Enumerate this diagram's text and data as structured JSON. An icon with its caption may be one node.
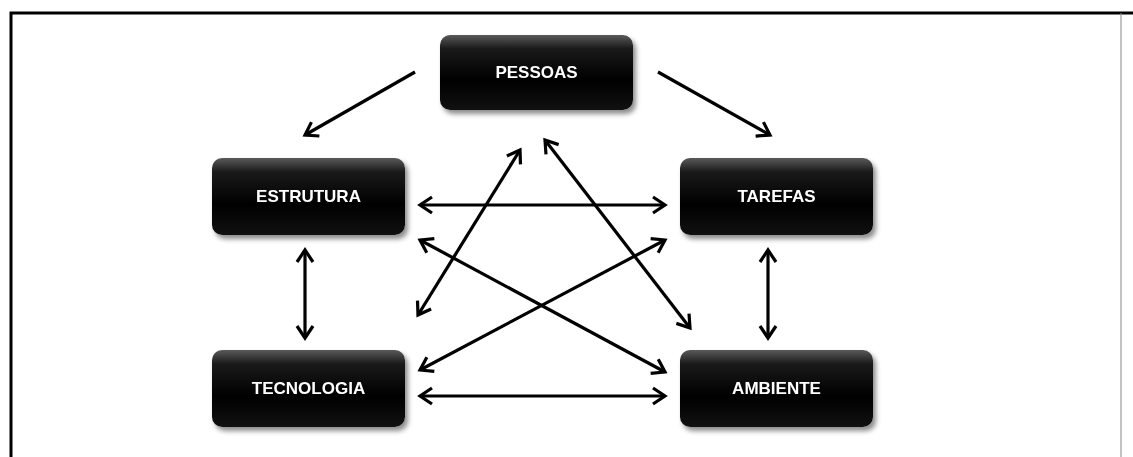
{
  "diagram": {
    "nodes": [
      {
        "text": [
          "PESSOAS"
        ]
      },
      {
        "text": [
          "ESTRUTURA"
        ]
      },
      {
        "text": [
          "TAREFAS"
        ]
      },
      {
        "text": [
          "TECNOLOGIA"
        ]
      },
      {
        "text": [
          "AMBIENTE"
        ]
      }
    ],
    "edges": [
      {
        "from": 0,
        "to": 1,
        "arrow": "to"
      },
      {
        "from": 0,
        "to": 2,
        "arrow": "to"
      },
      {
        "from": 1,
        "to": 2,
        "arrow": "both"
      },
      {
        "from": 1,
        "to": 3,
        "arrow": "both"
      },
      {
        "from": 2,
        "to": 4,
        "arrow": "both"
      },
      {
        "from": 3,
        "to": 4,
        "arrow": "both"
      },
      {
        "from": 0,
        "to": 3,
        "arrow": "both"
      },
      {
        "from": 0,
        "to": 4,
        "arrow": "both"
      },
      {
        "from": 1,
        "to": 4,
        "arrow": "both"
      },
      {
        "from": 3,
        "to": 2,
        "arrow": "both"
      }
    ]
  }
}
